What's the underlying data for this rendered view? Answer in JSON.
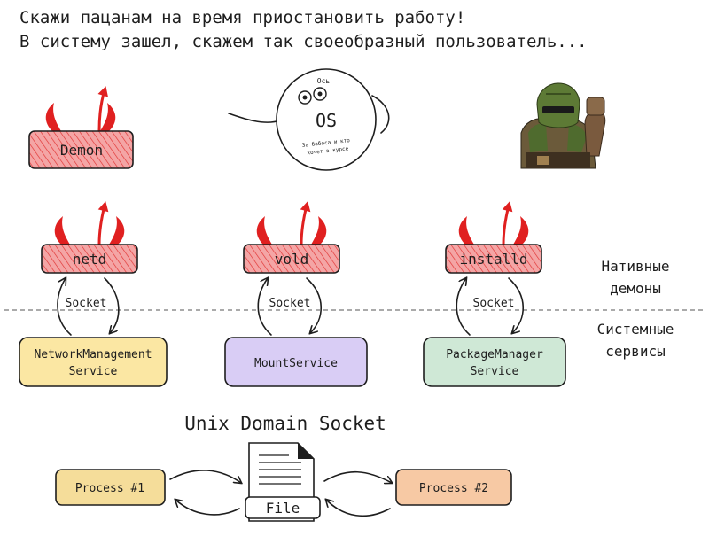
{
  "header": {
    "line1": "Скажи пацанам на время приостановить работу!",
    "line2": "В систему зашел, скажем так своеобразный пользователь..."
  },
  "os_character": {
    "label": "OS",
    "top_text": "Ось",
    "bottom_text_1": "За бабоса и кто",
    "bottom_text_2": "хочет в курсе"
  },
  "demon_box": {
    "label": "Demon"
  },
  "daemons": [
    {
      "label": "netd"
    },
    {
      "label": "vold"
    },
    {
      "label": "installd"
    }
  ],
  "socket_label": "Socket",
  "services": [
    {
      "line1": "NetworkManagement",
      "line2": "Service"
    },
    {
      "line1": "MountService",
      "line2": ""
    },
    {
      "line1": "PackageManager",
      "line2": "Service"
    }
  ],
  "side_labels": {
    "native_1": "Нативные",
    "native_2": "демоны",
    "system_1": "Системные",
    "system_2": "сервисы"
  },
  "uds": {
    "title": "Unix Domain Socket",
    "process1": "Process #1",
    "process2": "Process #2",
    "file": "File"
  },
  "colors": {
    "daemon_fill": "#f08c8c",
    "daemon_hatch": "#e03131",
    "horn": "#e02020",
    "service1": "#fbe7a3",
    "service2": "#d9cdf5",
    "service3": "#cfe8d6",
    "process1": "#f5dd9a",
    "process2": "#f7c9a4"
  },
  "icons": {
    "doom_guy": "doom-marine-icon",
    "file": "document-icon"
  }
}
